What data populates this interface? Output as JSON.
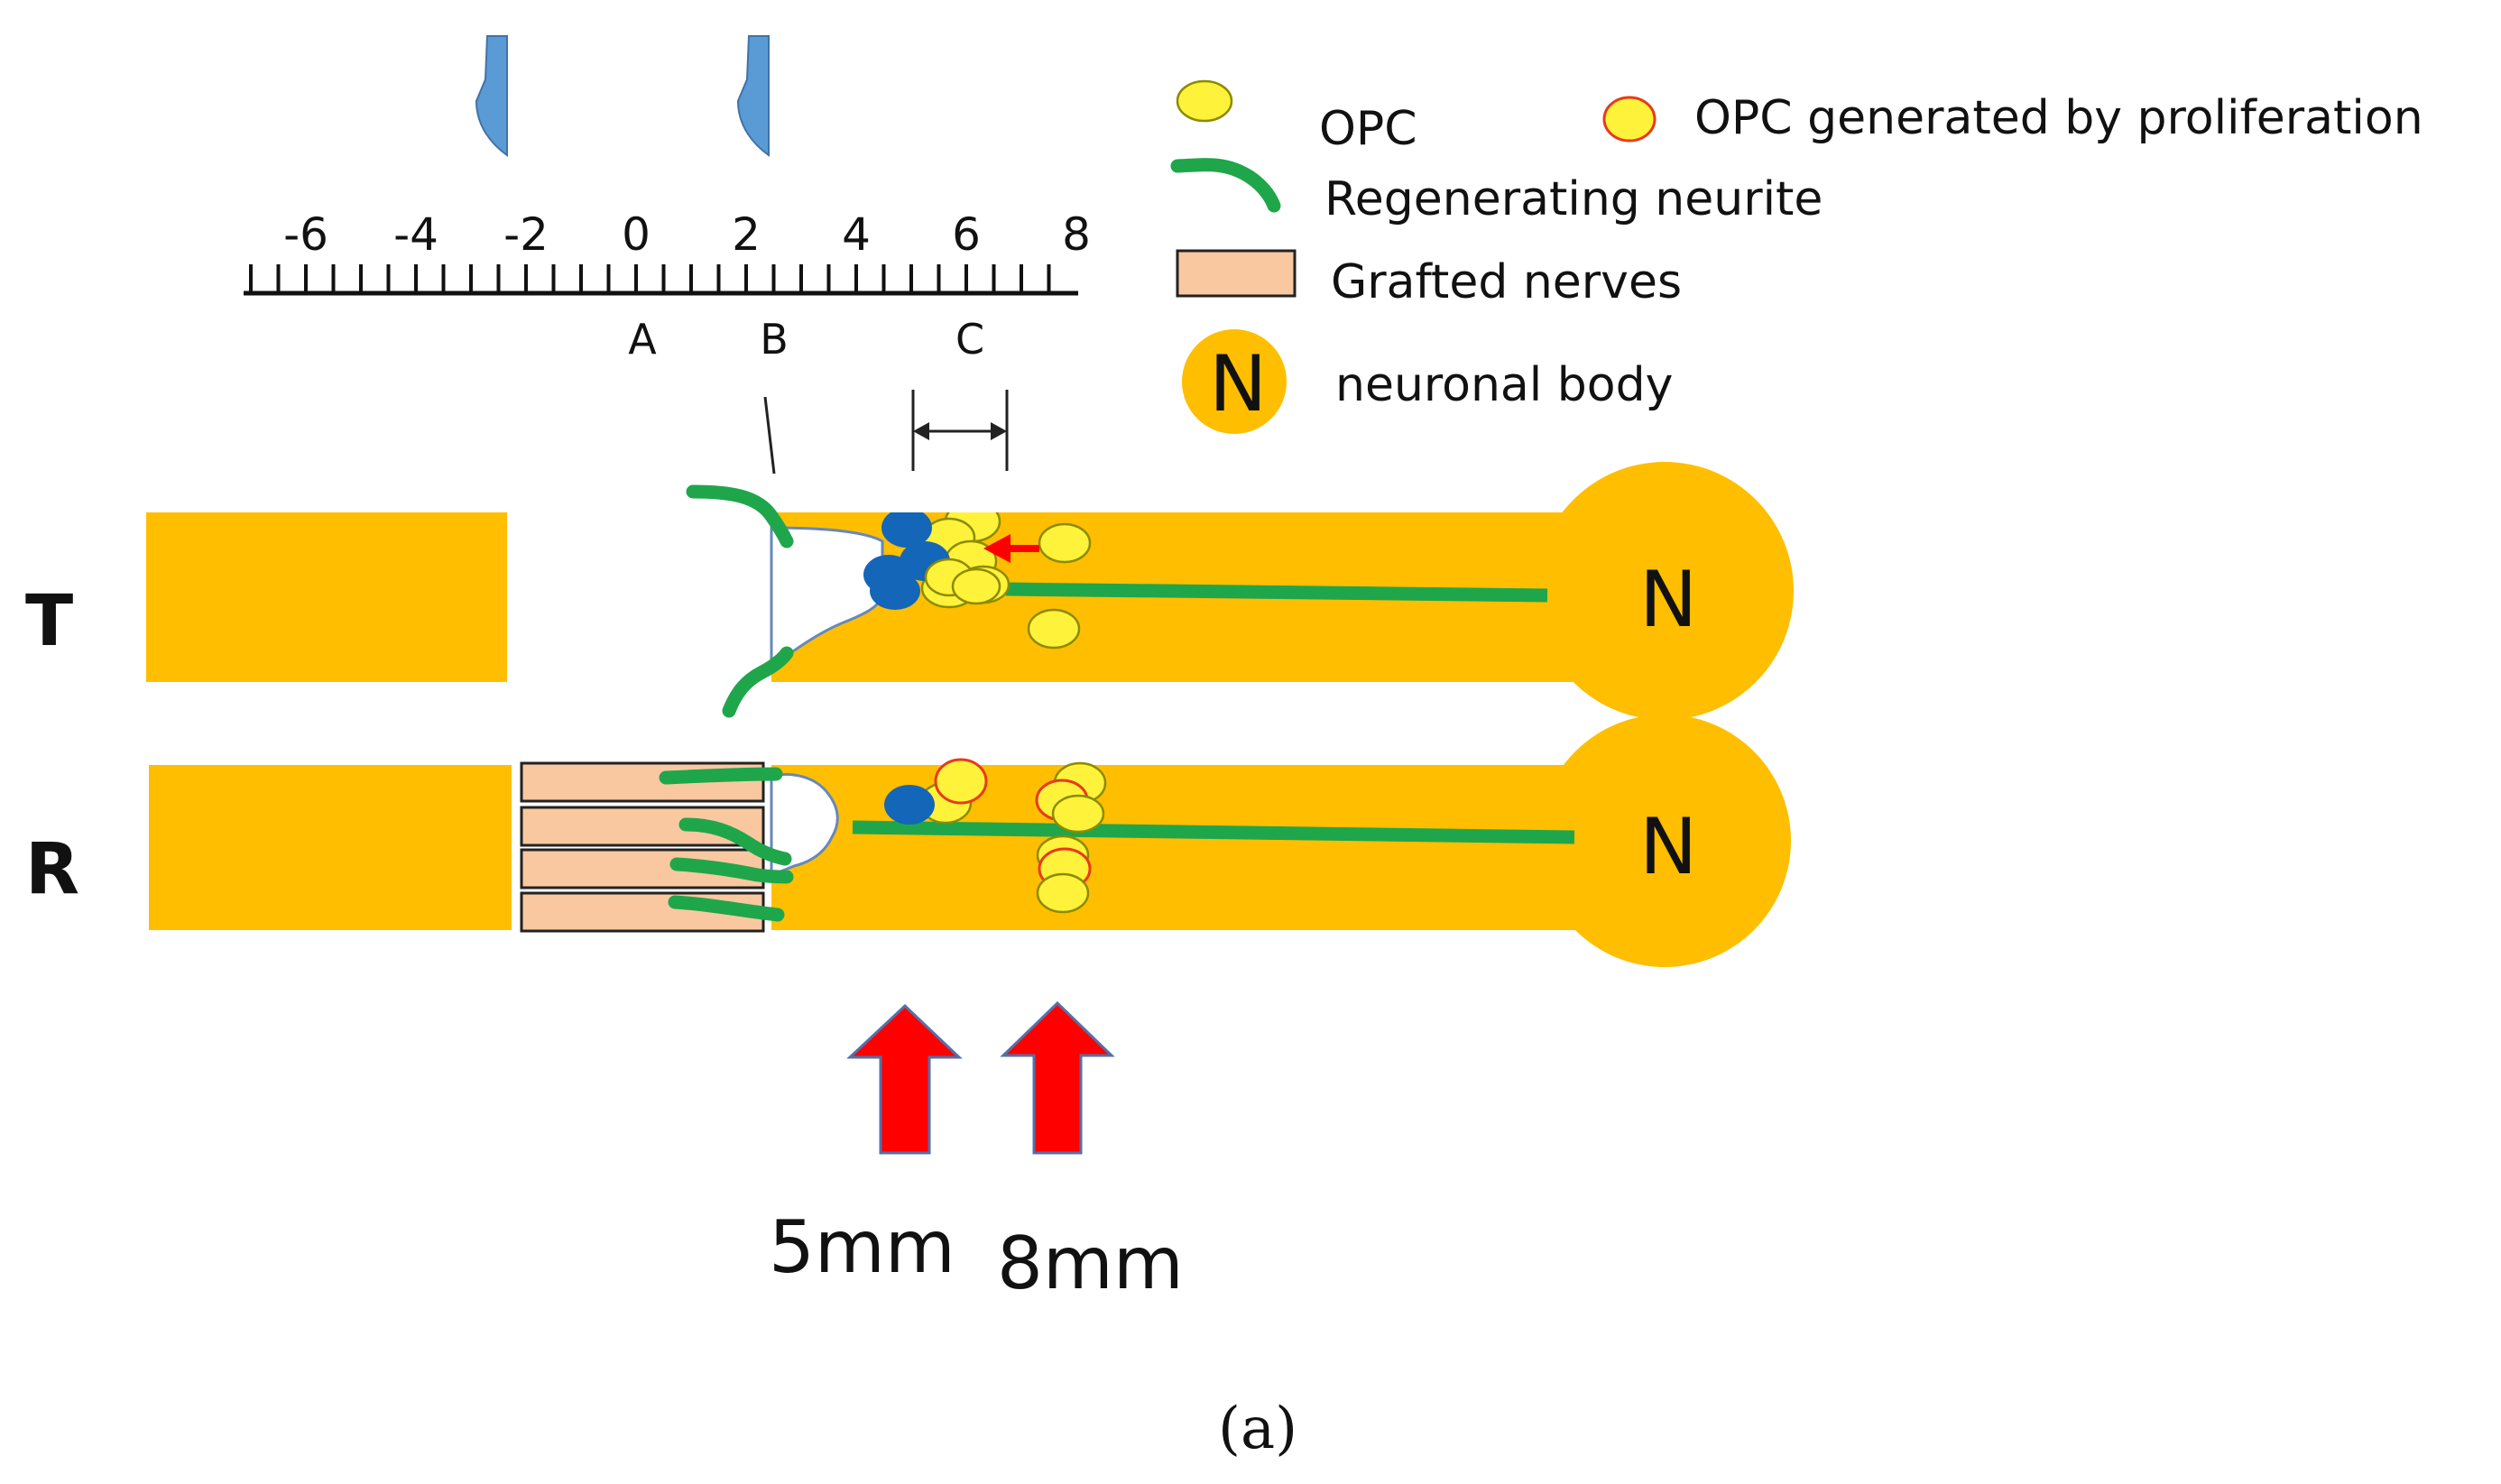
{
  "colors": {
    "nerve": "#FFBE00",
    "graft": "#F9C8A0",
    "neurite": "#1FA64B",
    "opc_fill": "#FFF23A",
    "opc_stroke": "#8B8B00",
    "opc_prolif_stroke": "#E83A1A",
    "blue_cell": "#1466B8",
    "blade": "#5B9BD5",
    "arrow": "#FF0000",
    "arrow_stroke": "#5470A8"
  },
  "ruler": {
    "tick_labels": [
      "-6",
      "-4",
      "-2",
      "0",
      "2",
      "4",
      "6",
      "8"
    ],
    "positions": [
      "A",
      "B",
      "C"
    ]
  },
  "legend": {
    "opc": "OPC",
    "opc_prolif": "OPC generated by proliferation",
    "neurite": "Regenerating  neurite",
    "graft": "Grafted nerves",
    "neuron_symbol": "N",
    "neuron": "neuronal body"
  },
  "rows": {
    "t_label": "T",
    "r_label": "R",
    "neuron_symbol": "N"
  },
  "measurements": [
    "5mm",
    "8mm"
  ],
  "caption": "(a)",
  "icons": [
    "blade-icon",
    "red-arrow-icon",
    "double-arrow-icon"
  ]
}
